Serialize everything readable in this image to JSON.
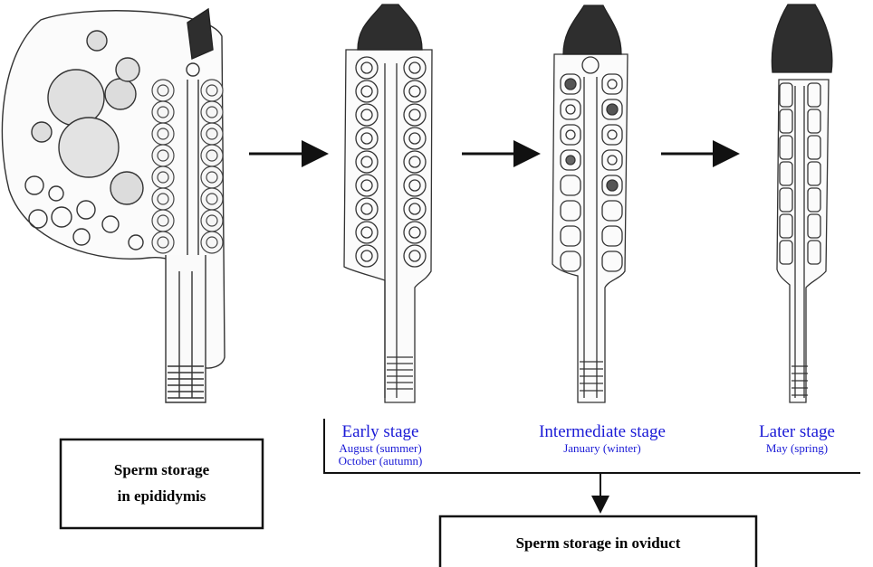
{
  "colors": {
    "stage_label": "#1a1ad6",
    "line": "#111111",
    "cap": "#2e2e2e"
  },
  "epididymis_box": {
    "line1": "Sperm storage",
    "line2": "in epididymis"
  },
  "oviduct_box": {
    "label": "Sperm storage in oviduct"
  },
  "stages": [
    {
      "title": "Early stage",
      "period1": "August (summer)",
      "period2": "October (autumn)"
    },
    {
      "title": "Intermediate stage",
      "period1": "January (winter)"
    },
    {
      "title": "Later stage",
      "period1": "May (spring)"
    }
  ],
  "icons": [
    "arrow-right-icon",
    "arrow-down-icon"
  ]
}
